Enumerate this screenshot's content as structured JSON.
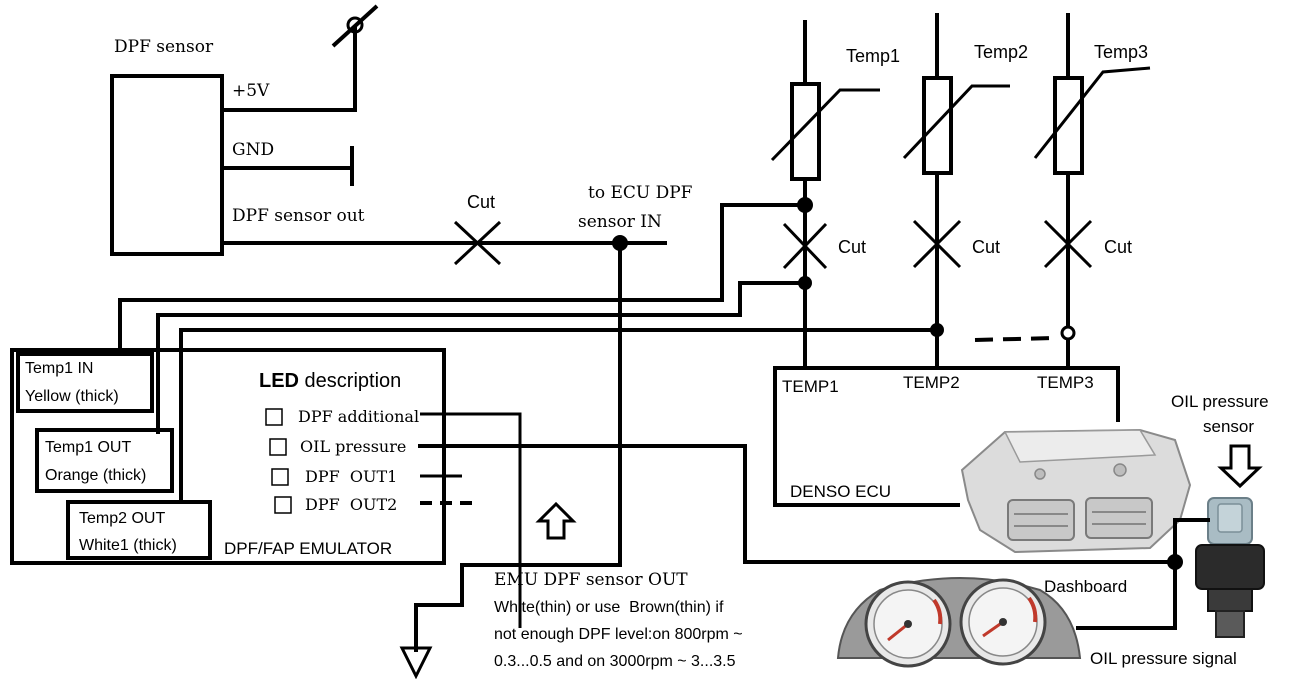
{
  "labels": {
    "dpf_sensor": "DPF sensor",
    "plus5v": "+5V",
    "gnd": "GND",
    "dpf_sensor_out": "DPF sensor out",
    "cut_main": "Cut",
    "to_ecu_line1": "to ECU DPF",
    "to_ecu_line2": "sensor IN",
    "temp1": "Temp1",
    "temp2": "Temp2",
    "temp3": "Temp3",
    "cut_t1": "Cut",
    "cut_t2": "Cut",
    "cut_t3": "Cut",
    "ecu_temp1": "TEMP1",
    "ecu_temp2": "TEMP2",
    "ecu_temp3": "TEMP3",
    "denso_ecu": "DENSO ECU",
    "oil_sensor_line1": "OIL pressure",
    "oil_sensor_line2": "sensor",
    "dashboard": "Dashboard",
    "oil_signal": "OIL pressure signal",
    "emu_out_title": "EMU DPF sensor OUT",
    "emu_note_1": "White(thin) or use  Brown(thin) if",
    "emu_note_2": "not enough DPF level:on 800rpm ~",
    "emu_note_3": "0.3...0.5 and on 3000rpm ~ 3...3.5"
  },
  "emulator": {
    "temp1_in_line1": "Temp1 IN",
    "temp1_in_line2": "Yellow (thick)",
    "temp1_out_line1": "Temp1 OUT",
    "temp1_out_line2": "Orange (thick)",
    "temp2_out_line1": "Temp2 OUT",
    "temp2_out_line2": "White1 (thick)",
    "led_bold": "LED",
    "led_rest": " description",
    "led_items": [
      "DPF additional",
      "OIL pressure",
      "DPF  OUT1",
      "DPF  OUT2"
    ],
    "name": "DPF/FAP EMULATOR"
  },
  "colors": {
    "ink": "#000000",
    "gauge_red": "#c0392b",
    "ecu_metal": "#d6d6d6",
    "sensor_blue": "#8fa3ad"
  }
}
